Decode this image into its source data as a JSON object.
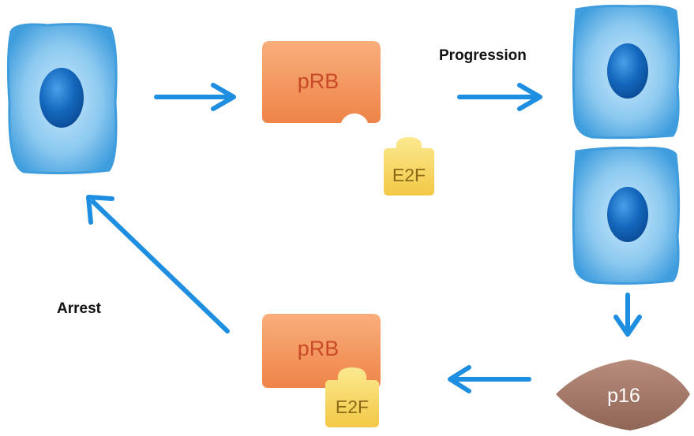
{
  "labels": {
    "progression": "Progression",
    "arrest": "Arrest"
  },
  "proteins": {
    "prb_top": "pRB",
    "e2f_top": "E2F",
    "prb_bottom": "pRB",
    "e2f_bottom": "E2F",
    "p16": "p16"
  },
  "colors": {
    "cell_fill": "#5fb2e6",
    "cell_inner": "#9fd3f3",
    "nucleus": "#1a6fc4",
    "arrow": "#1e8ee0",
    "prb_fill": "#f2955f",
    "prb_text": "#c84a28",
    "e2f_fill": "#f7d560",
    "e2f_text": "#8a6a18",
    "p16_fill": "#a77b6c",
    "p16_text": "#ffffff"
  }
}
